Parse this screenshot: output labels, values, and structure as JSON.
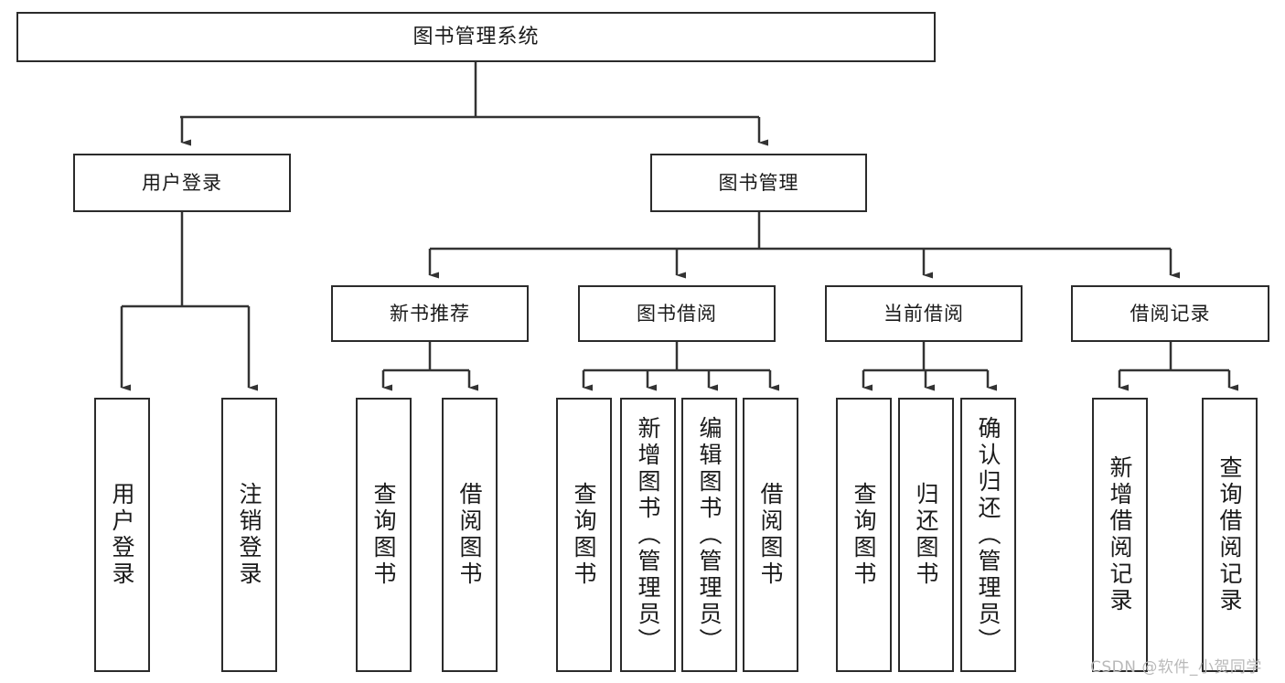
{
  "diagram": {
    "type": "tree-hierarchy",
    "title": "图书管理系统",
    "watermark": "CSDN @软件_小贺同学",
    "colors": {
      "box_border": "#2b2b2b",
      "box_fill": "#ffffff",
      "connector": "#333333",
      "text": "#1a1a1a",
      "watermark": "#b9b9b9"
    },
    "nodes": {
      "root": {
        "label": "图书管理系统"
      },
      "level2": [
        {
          "label": "用户登录"
        },
        {
          "label": "图书管理"
        }
      ],
      "level3": [
        {
          "label": "新书推荐"
        },
        {
          "label": "图书借阅"
        },
        {
          "label": "当前借阅"
        },
        {
          "label": "借阅记录"
        }
      ],
      "leaves_user_login": [
        {
          "label": "用户登录"
        },
        {
          "label": "注销登录"
        }
      ],
      "leaves_new_book": [
        {
          "label": "查询图书"
        },
        {
          "label": "借阅图书"
        }
      ],
      "leaves_borrow": [
        {
          "label": "查询图书"
        },
        {
          "label": "新增图书（管理员）"
        },
        {
          "label": "编辑图书（管理员）"
        },
        {
          "label": "借阅图书"
        }
      ],
      "leaves_current": [
        {
          "label": "查询图书"
        },
        {
          "label": "归还图书"
        },
        {
          "label": "确认归还（管理员）"
        }
      ],
      "leaves_records": [
        {
          "label": "新增借阅记录"
        },
        {
          "label": "查询借阅记录"
        }
      ]
    }
  }
}
